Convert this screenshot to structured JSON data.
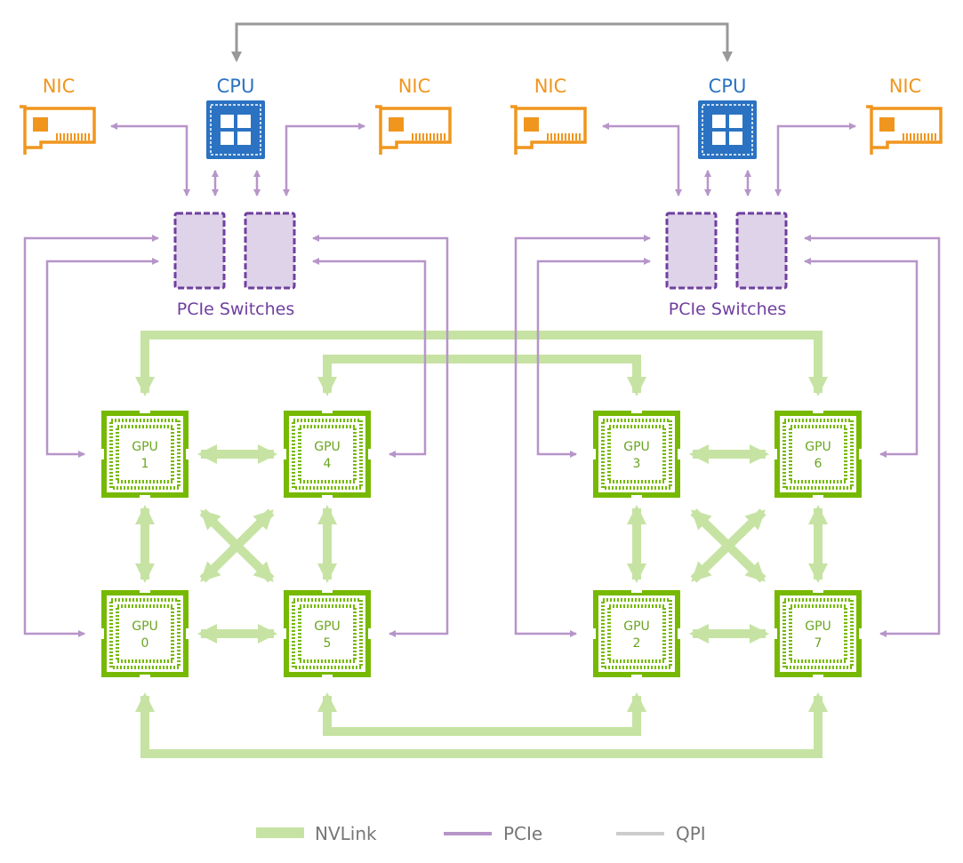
{
  "colors": {
    "nvlink": "#c6e3a3",
    "pcie": "#b795c9",
    "qpi": "#999999",
    "legend_qpi": "#cccccc",
    "gpu_green": "#76b900",
    "gpu_label": "#6aa51f",
    "cpu_blue": "#2b73c2",
    "nic_orange": "#f0961e",
    "switch_fill": "#dfd3ea",
    "switch_stroke": "#6f3f9e",
    "switch_text": "#6f3f9e",
    "legend_text": "#777777"
  },
  "labels": {
    "nic": "NIC",
    "cpu": "CPU",
    "switches": "PCIe Switches",
    "gpu": "GPU"
  },
  "gpus": [
    "1",
    "4",
    "0",
    "5",
    "3",
    "6",
    "2",
    "7"
  ],
  "icons": {
    "cpu": "cpu-chip-icon",
    "nic": "network-card-icon",
    "switch": "pcie-switch-icon",
    "gpu": "gpu-chip-icon"
  },
  "legend": {
    "nvlink": "NVLink",
    "pcie": "PCIe",
    "qpi": "QPI"
  }
}
